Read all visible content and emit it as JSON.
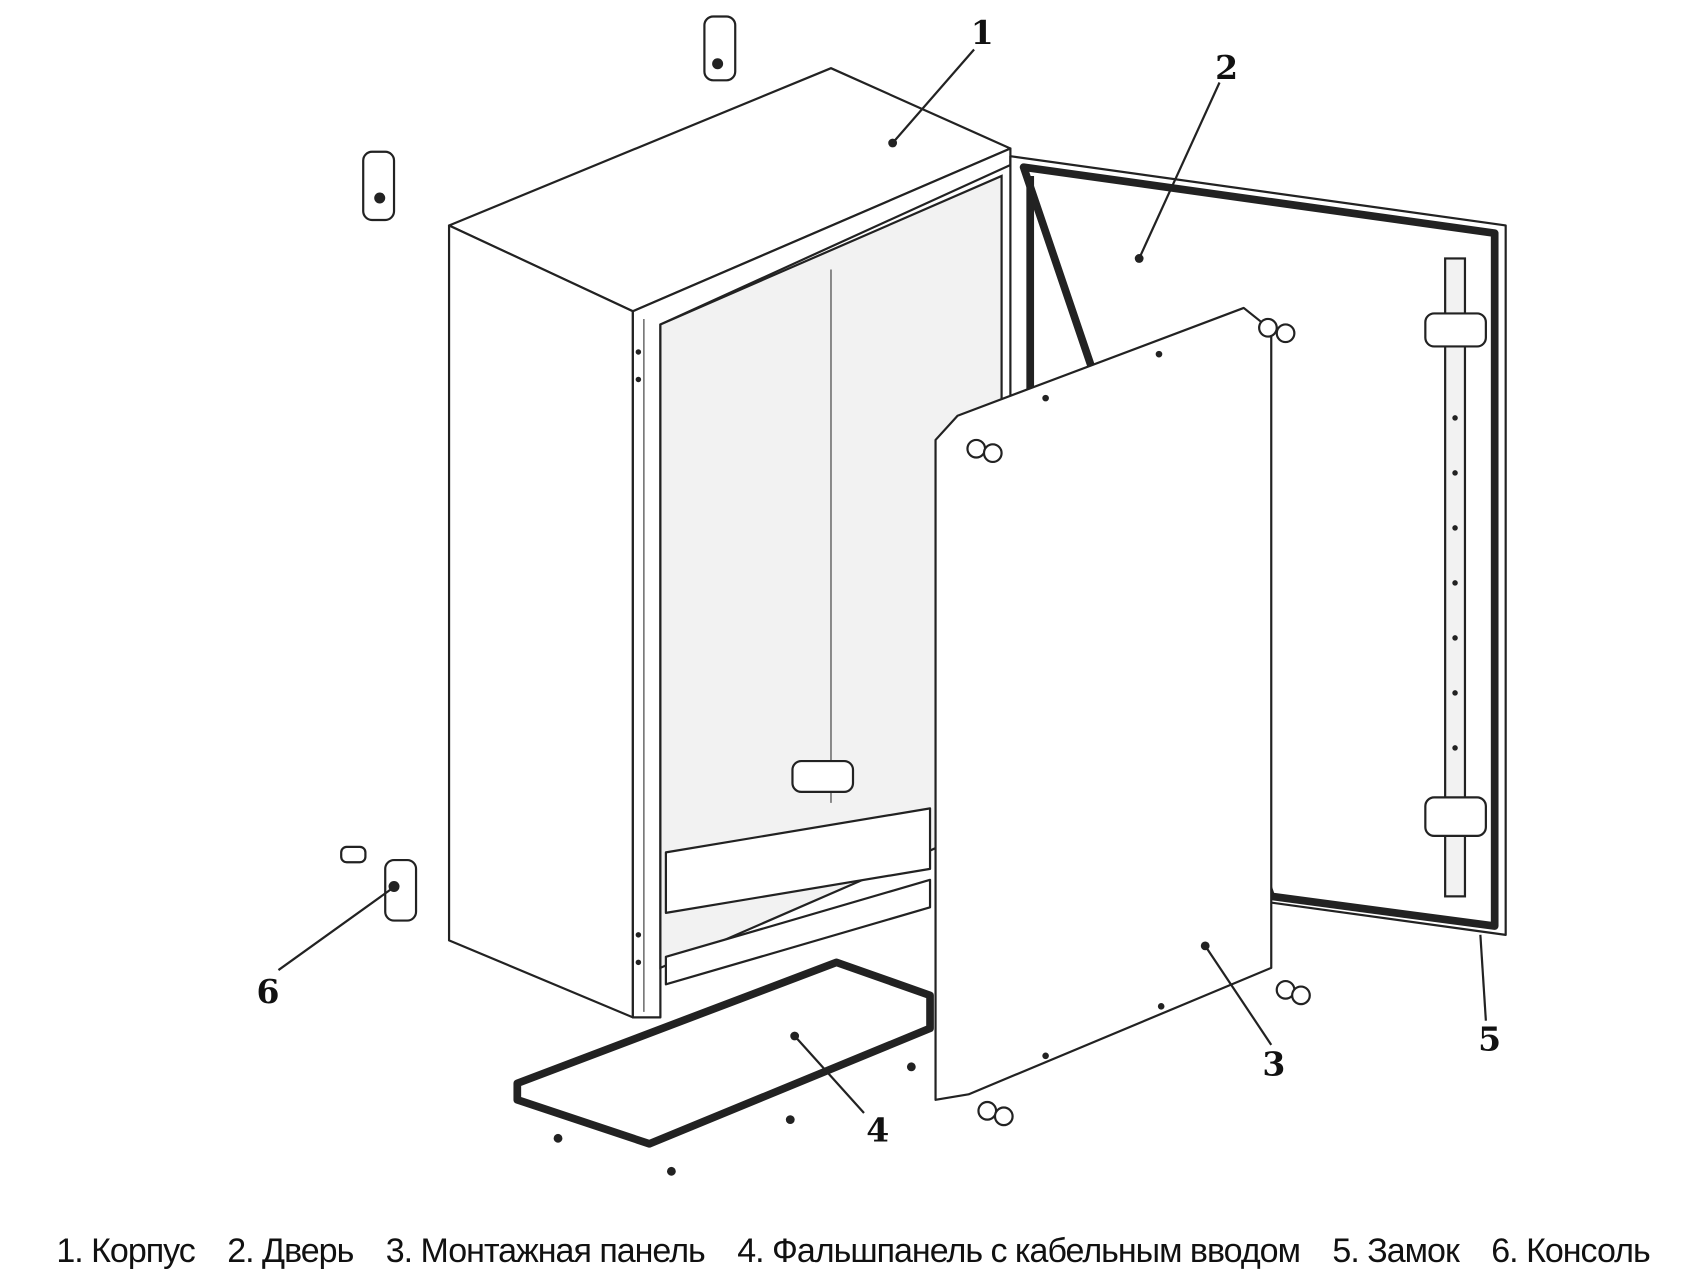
{
  "callouts": {
    "c1": "1",
    "c2": "2",
    "c3": "3",
    "c4": "4",
    "c5": "5",
    "c6": "6"
  },
  "legend": [
    "1. Корпус",
    "2. Дверь",
    "3. Монтажная панель",
    "4. Фальшпанель с кабельным вводом",
    "5. Замок",
    "6. Консоль"
  ]
}
